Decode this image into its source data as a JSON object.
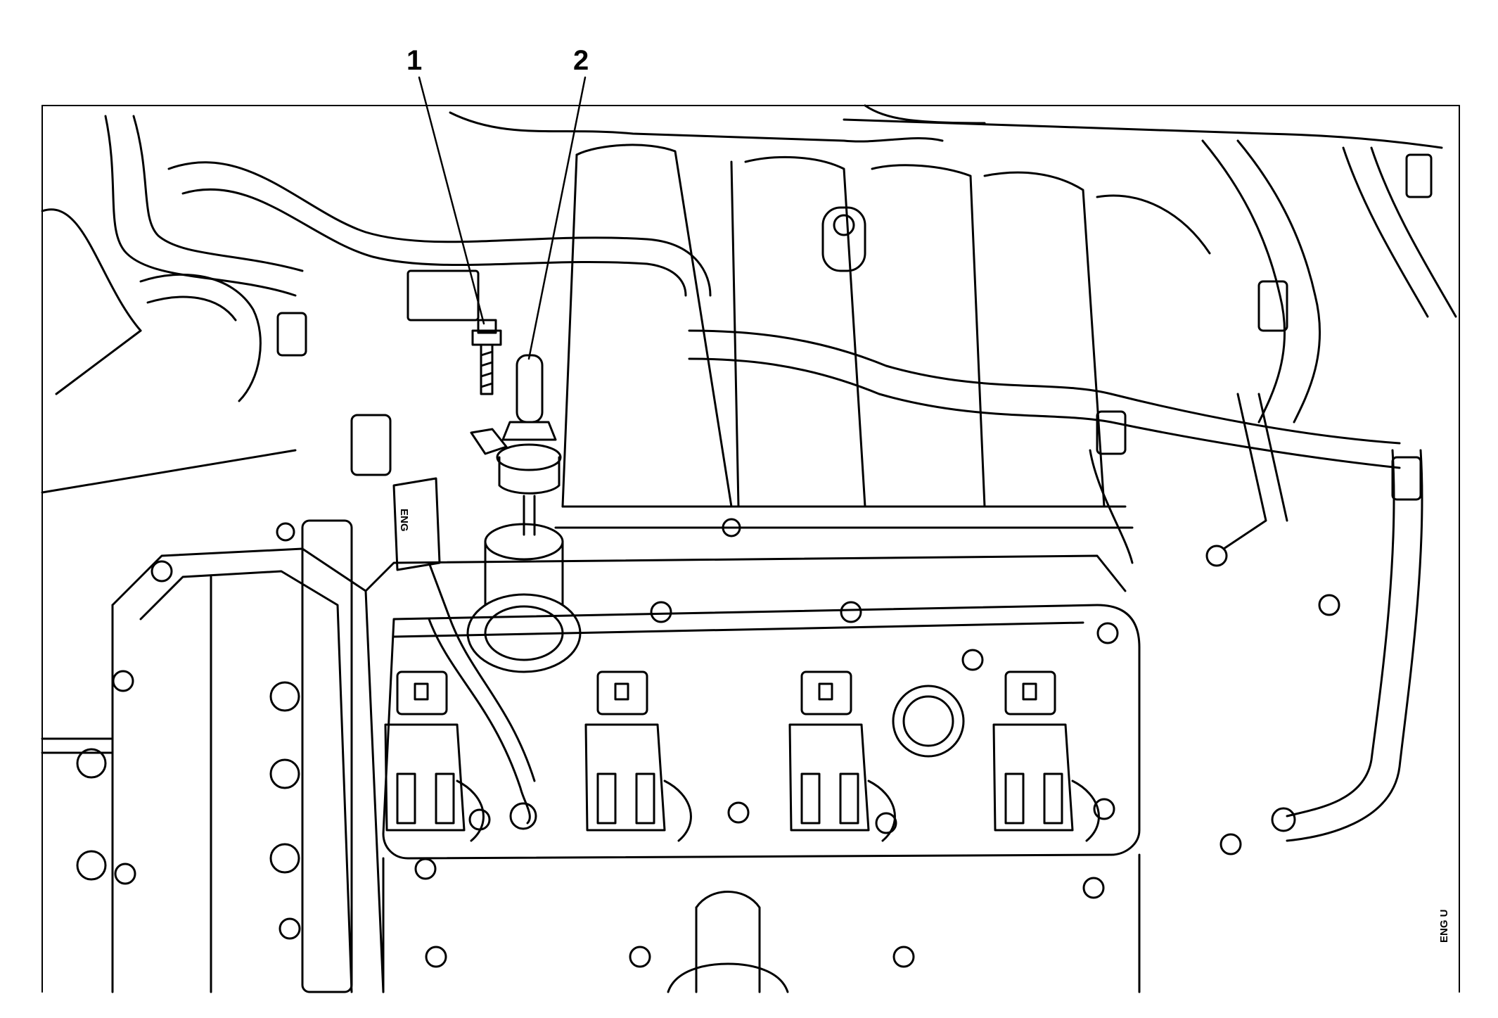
{
  "callouts": [
    {
      "label": "1",
      "part": "bolt"
    },
    {
      "label": "2",
      "part": "valve"
    }
  ],
  "engraved_text": {
    "eng_left": "ENG",
    "eng_right": "ENG U"
  },
  "colors": {
    "line": "#000000",
    "background": "#ffffff"
  }
}
